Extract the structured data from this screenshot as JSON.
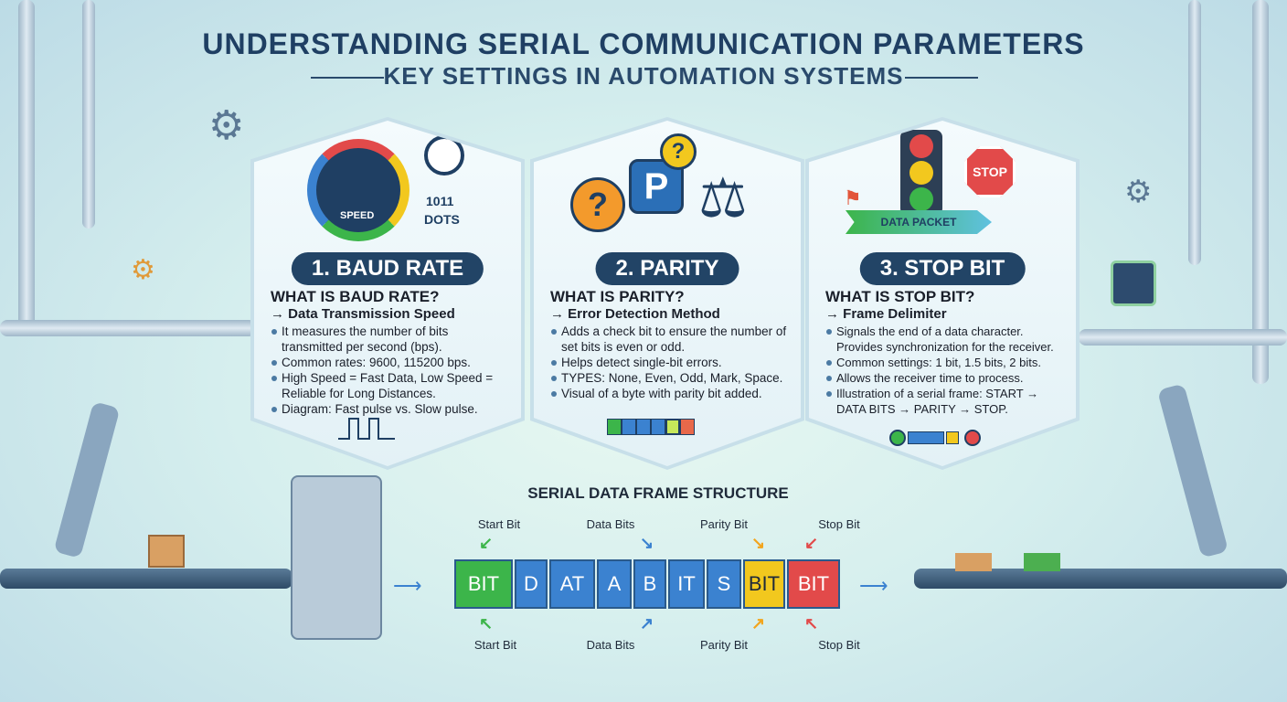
{
  "title": "UNDERSTANDING SERIAL COMMUNICATION PARAMETERS",
  "subtitle": "KEY SETTINGS IN AUTOMATION SYSTEMS",
  "cards": [
    {
      "label": "1. BAUD RATE",
      "question": "WHAT IS BAUD RATE?",
      "lead": "→ Data Transmission Speed",
      "bullets": [
        "It measures the number of bits transmitted per second (bps).",
        "Common rates: 9600, 115200 bps.",
        "High Speed = Fast Data, Low Speed = Reliable for Long Distances.",
        "Diagram: Fast pulse vs. Slow pulse."
      ],
      "icon_texts": [
        "SPEED",
        "1011",
        "DOTS"
      ]
    },
    {
      "label": "2. PARITY",
      "question": "WHAT IS PARITY?",
      "lead": "→ Error Detection Method",
      "bullets": [
        "Adds a check bit to ensure the number of set bits is even or odd.",
        "Helps detect single-bit errors.",
        "TYPES: None, Even, Odd, Mark, Space.",
        "Visual of a byte with parity bit added."
      ],
      "icon_texts": [
        "P",
        "?",
        "?"
      ]
    },
    {
      "label": "3. STOP BIT",
      "question": "WHAT IS STOP BIT?",
      "lead": "→ Frame Delimiter",
      "bullets": [
        "Signals the end of a data character. Provides synchronization for the receiver.",
        "Common settings: 1 bit, 1.5 bits, 2 bits.",
        "Allows the receiver time to process.",
        "Illustration of a serial frame: START → DATA BITS → PARITY → STOP."
      ],
      "icon_texts": [
        "DATA PACKET",
        "STOP"
      ]
    }
  ],
  "frame": {
    "title": "SERIAL DATA FRAME STRUCTURE",
    "top_labels": [
      "Start Bit",
      "Data Bits",
      "Parity Bit",
      "Stop Bit"
    ],
    "bottom_labels": [
      "Start Bit",
      "Data Bits",
      "Parity Bit",
      "Stop Bit"
    ],
    "cells": [
      "BIT",
      "D",
      "AT",
      "A",
      "B",
      "IT",
      "S",
      "BIT",
      "BIT"
    ]
  },
  "colors": {
    "start": "#3cb54a",
    "data": "#3b82d0",
    "parity": "#f2c81e",
    "stop": "#e24a4a",
    "title": "#1f3f63"
  }
}
